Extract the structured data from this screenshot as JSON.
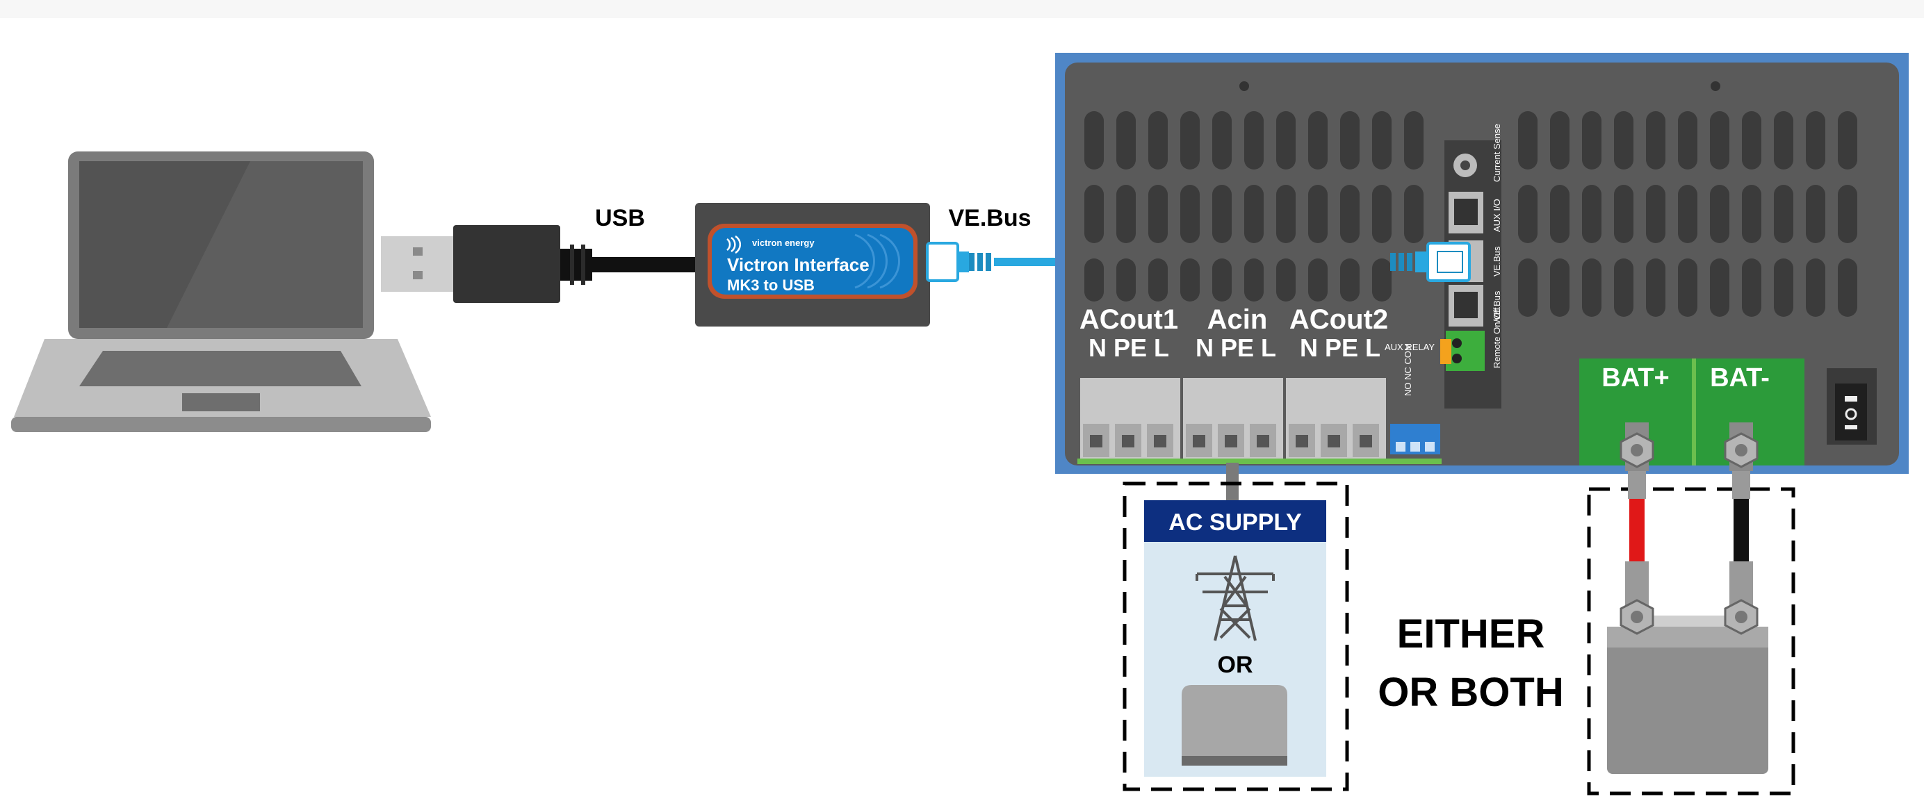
{
  "labels": {
    "usb": "USB",
    "vebus": "VE.Bus",
    "interface_brand": "victron energy",
    "interface_title": "Victron Interface",
    "interface_sub": "MK3 to USB",
    "acout1": "ACout1",
    "acin": "Acin",
    "acout2": "ACout2",
    "npel": "N PE L",
    "aux_relay": "AUX RELAY",
    "relay_pins": "NO NC COM",
    "current_sense": "Current Sense",
    "aux_io": "AUX I/O",
    "vebus_port": "VE.Bus",
    "remote": "Remote On/Off",
    "bat_plus": "BAT+",
    "bat_minus": "BAT-",
    "ac_supply": "AC SUPPLY",
    "or": "OR",
    "either": "EITHER",
    "or_both": "OR BOTH"
  },
  "colors": {
    "inverter_frame": "#4f86c6",
    "inverter_body": "#5a5a5a",
    "vebus_cable": "#29a8e0",
    "interface_blue": "#1178c2",
    "bat_terminal": "#2c9b3a",
    "ac_header": "#0d2f80",
    "ac_panel": "#d9e8f2",
    "red_wire": "#e01818"
  }
}
